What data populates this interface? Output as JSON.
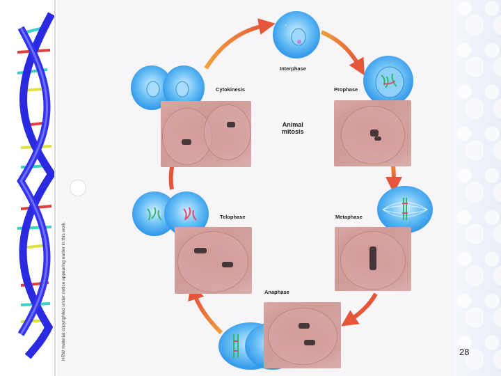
{
  "stages": {
    "interphase": "Interphase",
    "prophase": "Prophase",
    "metaphase": "Metaphase",
    "anaphase": "Anaphase",
    "telophase": "Telophase",
    "cytokinesis": "Cytokinesis"
  },
  "center_title": {
    "line1": "Animal",
    "line2": "mitosis"
  },
  "copyright": "HRW material copyrighted under notice appearing earlier in this work.",
  "page_number": "28",
  "colors": {
    "cell_blue": "#3fa3ee",
    "arrow_red": "#e4553a",
    "arrow_orange": "#f1a03a",
    "dna_blue": "#2a2ae0"
  }
}
